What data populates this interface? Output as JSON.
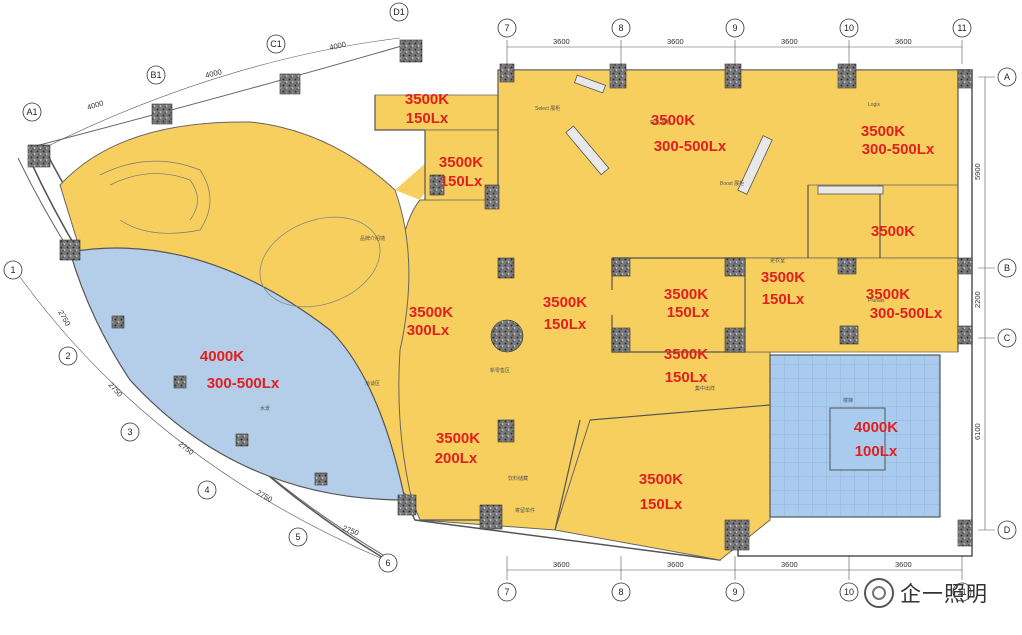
{
  "grid": {
    "top_numbers": [
      "7",
      "8",
      "9",
      "10",
      "11"
    ],
    "bottom_numbers": [
      "7",
      "8",
      "9",
      "10",
      "11"
    ],
    "right_letters": [
      "A",
      "B",
      "C",
      "D"
    ],
    "arc_letters": [
      "A1",
      "B1",
      "C1",
      "D1"
    ],
    "arc_numbers": [
      "1",
      "2",
      "3",
      "4",
      "5",
      "6"
    ]
  },
  "dimensions": {
    "top": [
      "3600",
      "3600",
      "3600",
      "3600"
    ],
    "bottom": [
      "3600",
      "3600",
      "3600",
      "3600"
    ],
    "right": [
      "5900",
      "2200",
      "6100"
    ],
    "arc_outer": [
      "4000",
      "4000",
      "4000"
    ],
    "arc_inner": [
      "2750",
      "2750",
      "2750",
      "2750",
      "2750"
    ]
  },
  "zones": [
    {
      "temp": "3500K",
      "lux": "150Lx"
    },
    {
      "temp": "3500K",
      "lux": "150Lx"
    },
    {
      "temp": "3500K",
      "lux": "300-500Lx"
    },
    {
      "temp": "3500K",
      "lux": "300-500Lx"
    },
    {
      "temp": "3500K",
      "lux": ""
    },
    {
      "temp": "4000K",
      "lux": "300-500Lx"
    },
    {
      "temp": "3500K",
      "lux": "300Lx"
    },
    {
      "temp": "3500K",
      "lux": "150Lx"
    },
    {
      "temp": "3500K",
      "lux": "150Lx"
    },
    {
      "temp": "3500K",
      "lux": "150Lx"
    },
    {
      "temp": "3500K",
      "lux": "300-500Lx"
    },
    {
      "temp": "3500K",
      "lux": "150Lx"
    },
    {
      "temp": "3500K",
      "lux": "200Lx"
    },
    {
      "temp": "4000K",
      "lux": "100Lx"
    },
    {
      "temp": "3500K",
      "lux": "150Lx"
    }
  ],
  "room_labels": [
    "Select 展柜",
    "新品 展柜",
    "Logis",
    "Boost 展柜",
    "品牌介绍墙",
    "洽谈区",
    "新零售区",
    "饮料储藏",
    "寄留单件",
    "集中出样",
    "Pluralis",
    "更衣室",
    "楼梯",
    "水景"
  ],
  "colors": {
    "floor_yellow": "#f7cf5e",
    "water_blue": "#b4cde9",
    "stair_blue": "#a9cbee",
    "column_gray": "#6a6a6a",
    "wall_line": "#555555",
    "label_red": "#e02020"
  },
  "watermark": {
    "text": "企一照明"
  }
}
